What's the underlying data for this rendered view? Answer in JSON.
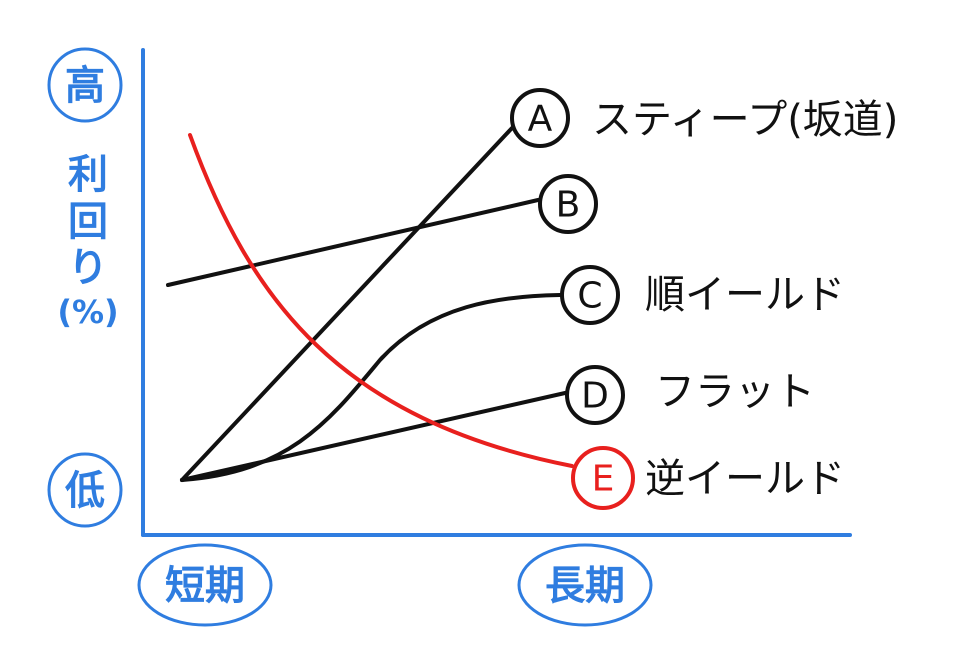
{
  "axes": {
    "y_high": "高",
    "y_low": "低",
    "y_label_chars": [
      "利",
      "回",
      "り",
      "(%)"
    ],
    "x_short": "短期",
    "x_long": "長期"
  },
  "curves": [
    {
      "id": "A",
      "label": "スティープ(坂道)",
      "color": "#111111"
    },
    {
      "id": "B",
      "label": "",
      "color": "#111111"
    },
    {
      "id": "C",
      "label": "順イールド",
      "color": "#111111"
    },
    {
      "id": "D",
      "label": "フラット",
      "color": "#111111"
    },
    {
      "id": "E",
      "label": "逆イールド",
      "color": "#e8201e"
    }
  ],
  "colors": {
    "axis": "#2f7de0",
    "line": "#111111",
    "inverted": "#e8201e"
  }
}
